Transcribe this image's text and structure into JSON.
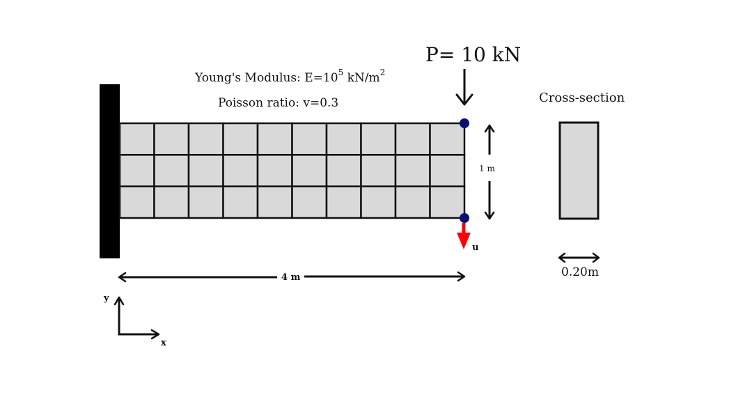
{
  "load": {
    "label": "P= 10 kN"
  },
  "material": {
    "youngs_prefix": "Young's Modulus: E=10",
    "youngs_exponent": "5",
    "youngs_unit": " kN/m",
    "youngs_unit_exponent": "2",
    "poisson": "Poisson ratio: v=0.3"
  },
  "cross_section": {
    "title": "Cross-section",
    "width_label": "0.20m"
  },
  "dimensions": {
    "height_label": "1 m",
    "length_label": "4 m"
  },
  "displacement": {
    "label": "u"
  },
  "axes": {
    "x_label": "x",
    "y_label": "y"
  },
  "mesh": {
    "columns": 10,
    "rows": 3
  },
  "colors": {
    "mesh_fill": "#d9d9d9",
    "line": "#111111",
    "support": "#000000",
    "node": "#0b1070",
    "displacement_arrow": "#ff0000"
  }
}
